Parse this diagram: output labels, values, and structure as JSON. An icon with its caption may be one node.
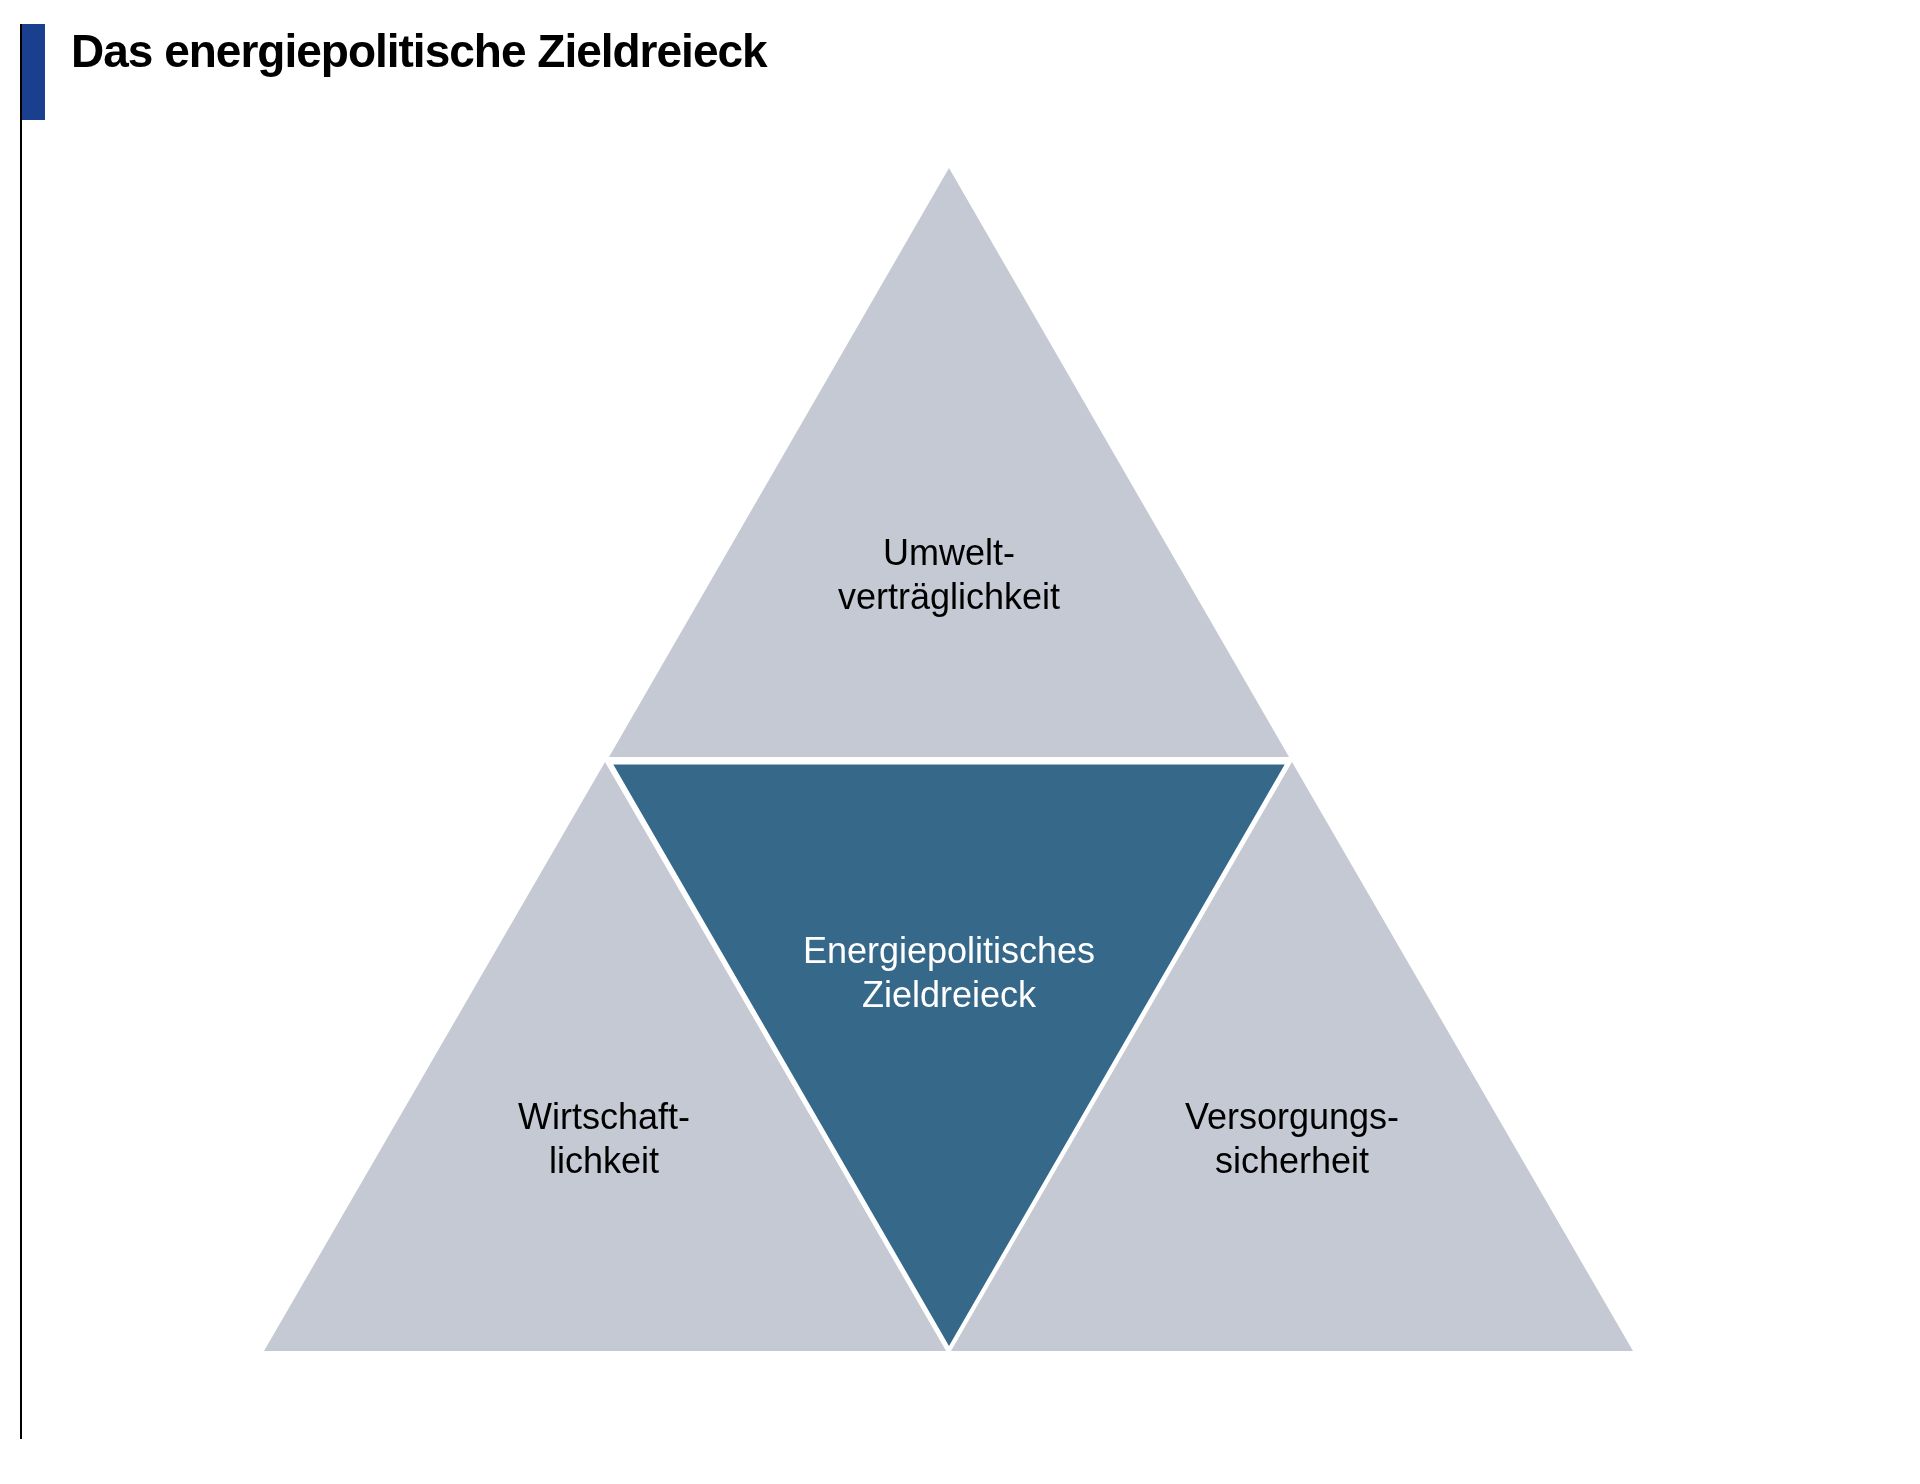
{
  "diagram": {
    "title": "Das energiepolitische Zieldreieck",
    "nodes": [
      {
        "text": [
          "Umwelt- verträglichkeit"
        ]
      },
      {
        "text": [
          "Wirtschaft- lichkeit"
        ]
      },
      {
        "text": [
          "Energiepolitisches Zieldreieck"
        ]
      },
      {
        "text": [
          "Versorgungs- sicherheit"
        ]
      }
    ]
  }
}
